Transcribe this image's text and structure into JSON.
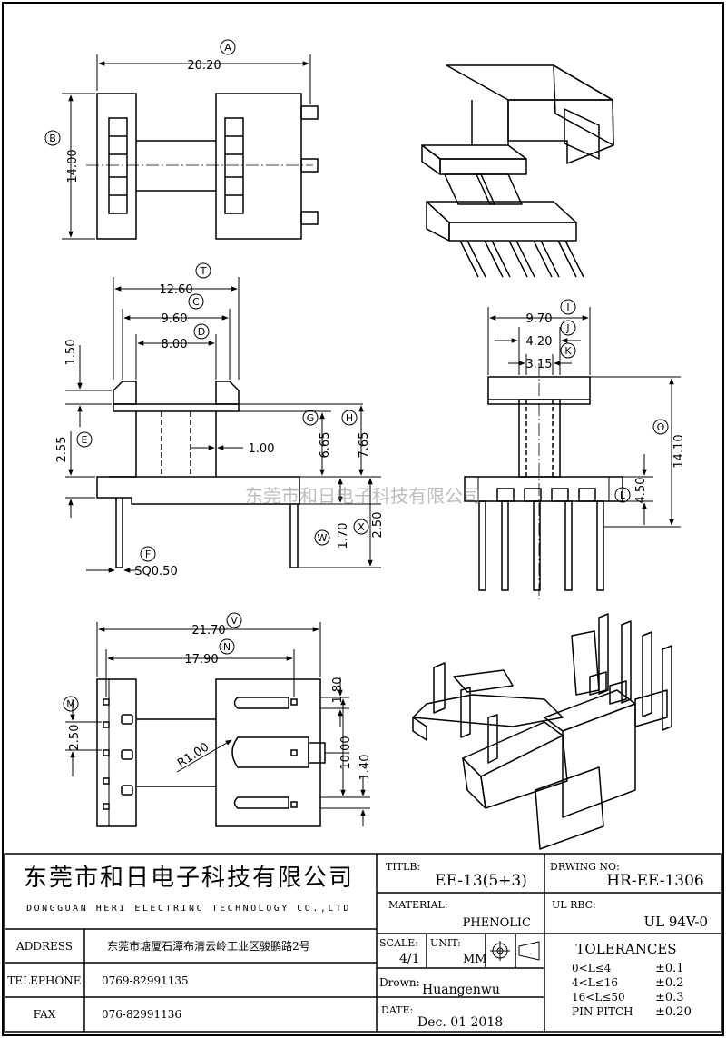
{
  "view_top": {
    "dim_a": {
      "label": "A",
      "value": "20.20"
    },
    "dim_b": {
      "label": "B",
      "value": "14.00"
    }
  },
  "view_front": {
    "dim_t": {
      "label": "T",
      "value": "12.60"
    },
    "dim_c": {
      "label": "C",
      "value": "9.60"
    },
    "dim_d": {
      "label": "D",
      "value": "8.00"
    },
    "dim_150": "1.50",
    "dim_e": {
      "label": "E",
      "value": "2.55"
    },
    "dim_g": {
      "label": "G",
      "value": "6.65"
    },
    "dim_h": {
      "label": "H",
      "value": "7.65"
    },
    "dim_100": "1.00",
    "dim_w": {
      "label": "W",
      "value": "1.70"
    },
    "dim_x": {
      "label": "X",
      "value": "2.50"
    },
    "dim_f": {
      "label": "F",
      "value": "SQ0.50"
    }
  },
  "view_side": {
    "dim_i": {
      "label": "I",
      "value": "9.70"
    },
    "dim_j": {
      "label": "J",
      "value": "4.20"
    },
    "dim_k": {
      "label": "K",
      "value": "3.15"
    },
    "dim_o": {
      "label": "O",
      "value": "14.10"
    },
    "dim_l": {
      "label": "L",
      "value": "4.50"
    }
  },
  "view_bottom": {
    "dim_v": {
      "label": "V",
      "value": "21.70"
    },
    "dim_n": {
      "label": "N",
      "value": "17.90"
    },
    "dim_m": {
      "label": "M",
      "value": "2.50"
    },
    "dim_180": "1.80",
    "dim_r": "R1.00",
    "dim_1000": "10.00",
    "dim_140": "1.40"
  },
  "watermark": "东莞市和日电子科技有限公司",
  "title_block": {
    "company_cn": "东莞市和日电子科技有限公司",
    "company_en": "DONGGUAN HERI ELECTRINC TECHNOLOGY CO.,LTD",
    "address_label": "ADDRESS",
    "address_value": "东莞市塘厦石潭布清云岭工业区骏鹏路2号",
    "telephone_label": "TELEPHONE",
    "telephone_value": "0769-82991135",
    "fax_label": "FAX",
    "fax_value": "076-82991136",
    "title_label": "TITLB:",
    "title_value": "EE-13(5+3)",
    "drawing_no_label": "DRWING NO:",
    "drawing_no_value": "HR-EE-1306",
    "material_label": "MATERIAL:",
    "material_value": "PHENOLIC",
    "ul_label": "UL  RBC:",
    "ul_value": "UL 94V-0",
    "scale_label": "SCALE:",
    "scale_value": "4/1",
    "unit_label": "UNIT:",
    "unit_value": "MM",
    "drawn_label": "Drown:",
    "drawn_value": "Huangenwu",
    "date_label": "DATE:",
    "date_value": "Dec. 01 2018",
    "tolerances_title": "TOLERANCES",
    "tolerances": [
      {
        "range": "0<L≤4",
        "tol": "±0.1"
      },
      {
        "range": "4<L≤16",
        "tol": "±0.2"
      },
      {
        "range": "16<L≤50",
        "tol": "±0.3"
      },
      {
        "range": "PIN PITCH",
        "tol": "±0.20"
      }
    ]
  }
}
